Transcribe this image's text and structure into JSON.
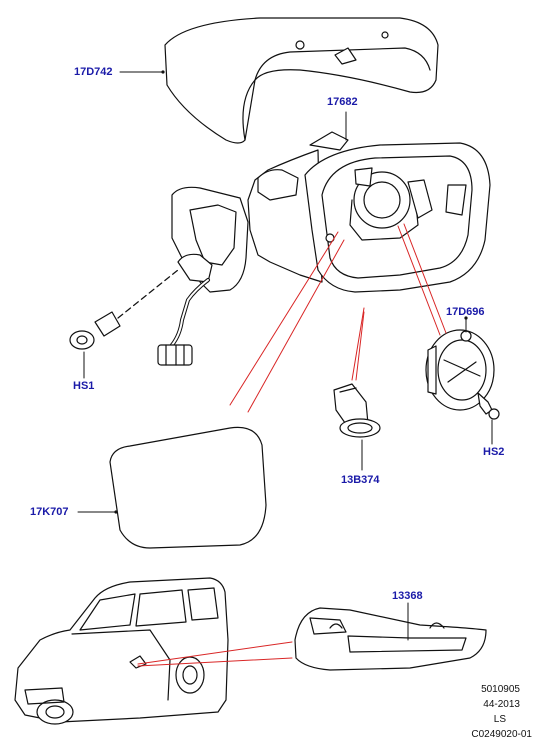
{
  "colors": {
    "line": "#111111",
    "callout_line": "#d92626",
    "label": "#1a1aa8",
    "part_fill": "#ffffff"
  },
  "parts": {
    "cap": "17D742",
    "housing": "17682",
    "motor": "17D696",
    "lamp": "13B374",
    "glass": "17K707",
    "indicator": "13368",
    "bolt": "HS1",
    "screw": "HS2"
  },
  "footer": {
    "ref1": "5010905",
    "ref2": "44-2013",
    "ref3": "LS",
    "ref4": "C0249020-01"
  }
}
